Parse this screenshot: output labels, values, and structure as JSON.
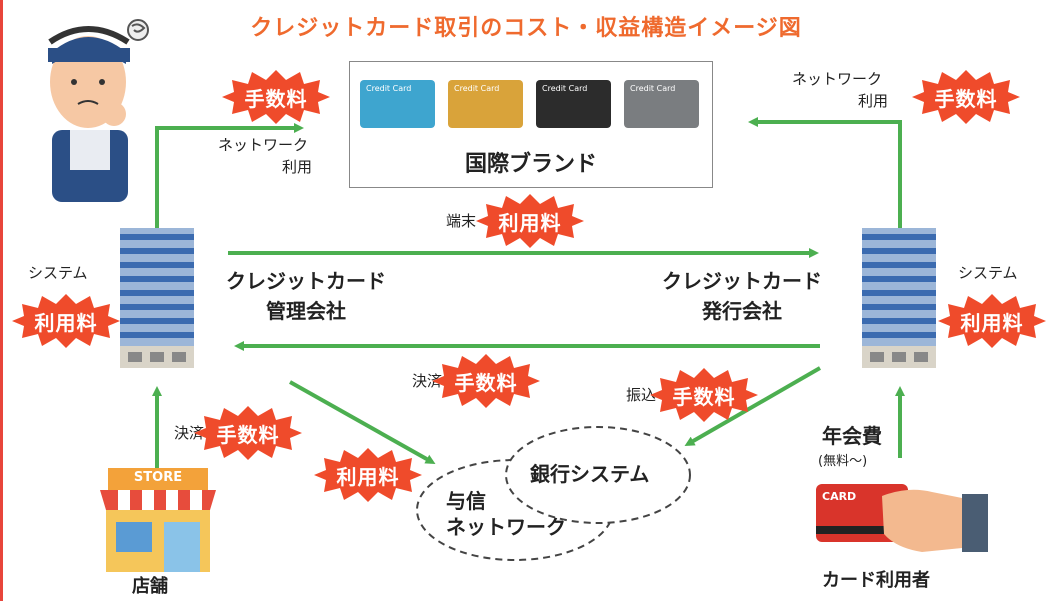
{
  "title": "クレジットカード取引のコスト・収益構造イメージ図",
  "brand": {
    "name": "国際ブランド",
    "cards": [
      {
        "label": "Credit Card",
        "color": "#3ea5cf"
      },
      {
        "label": "Credit Card",
        "color": "#d9a33a"
      },
      {
        "label": "Credit Card",
        "color": "#2c2c2c"
      },
      {
        "label": "Credit Card",
        "color": "#7a7d80"
      }
    ]
  },
  "acquirer": {
    "name_line1": "クレジットカード",
    "name_line2": "管理会社"
  },
  "issuer": {
    "name_line1": "クレジットカード",
    "name_line2": "発行会社"
  },
  "labels": {
    "network_use_left_1": "ネットワーク",
    "network_use_left_2": "利用",
    "network_use_right_1": "ネットワーク",
    "network_use_right_2": "利用",
    "system_left": "システム",
    "system_right": "システム",
    "terminal": "端末",
    "settlement_center": "決済",
    "settlement_left": "決済",
    "transfer": "振込",
    "annual_fee": "年会費",
    "annual_fee_note": "(無料〜)",
    "store": "店舗",
    "card_user": "カード利用者",
    "bank_system": "銀行システム",
    "credit_network_1": "与信",
    "credit_network_2": "ネットワーク",
    "store_sign": "STORE",
    "card_text": "CARD"
  },
  "badges": {
    "fee": "手数料",
    "usage_fee": "利用料"
  },
  "colors": {
    "title": "#ef6a2e",
    "arrow": "#4caf50",
    "badge": "#ef4b2b"
  }
}
